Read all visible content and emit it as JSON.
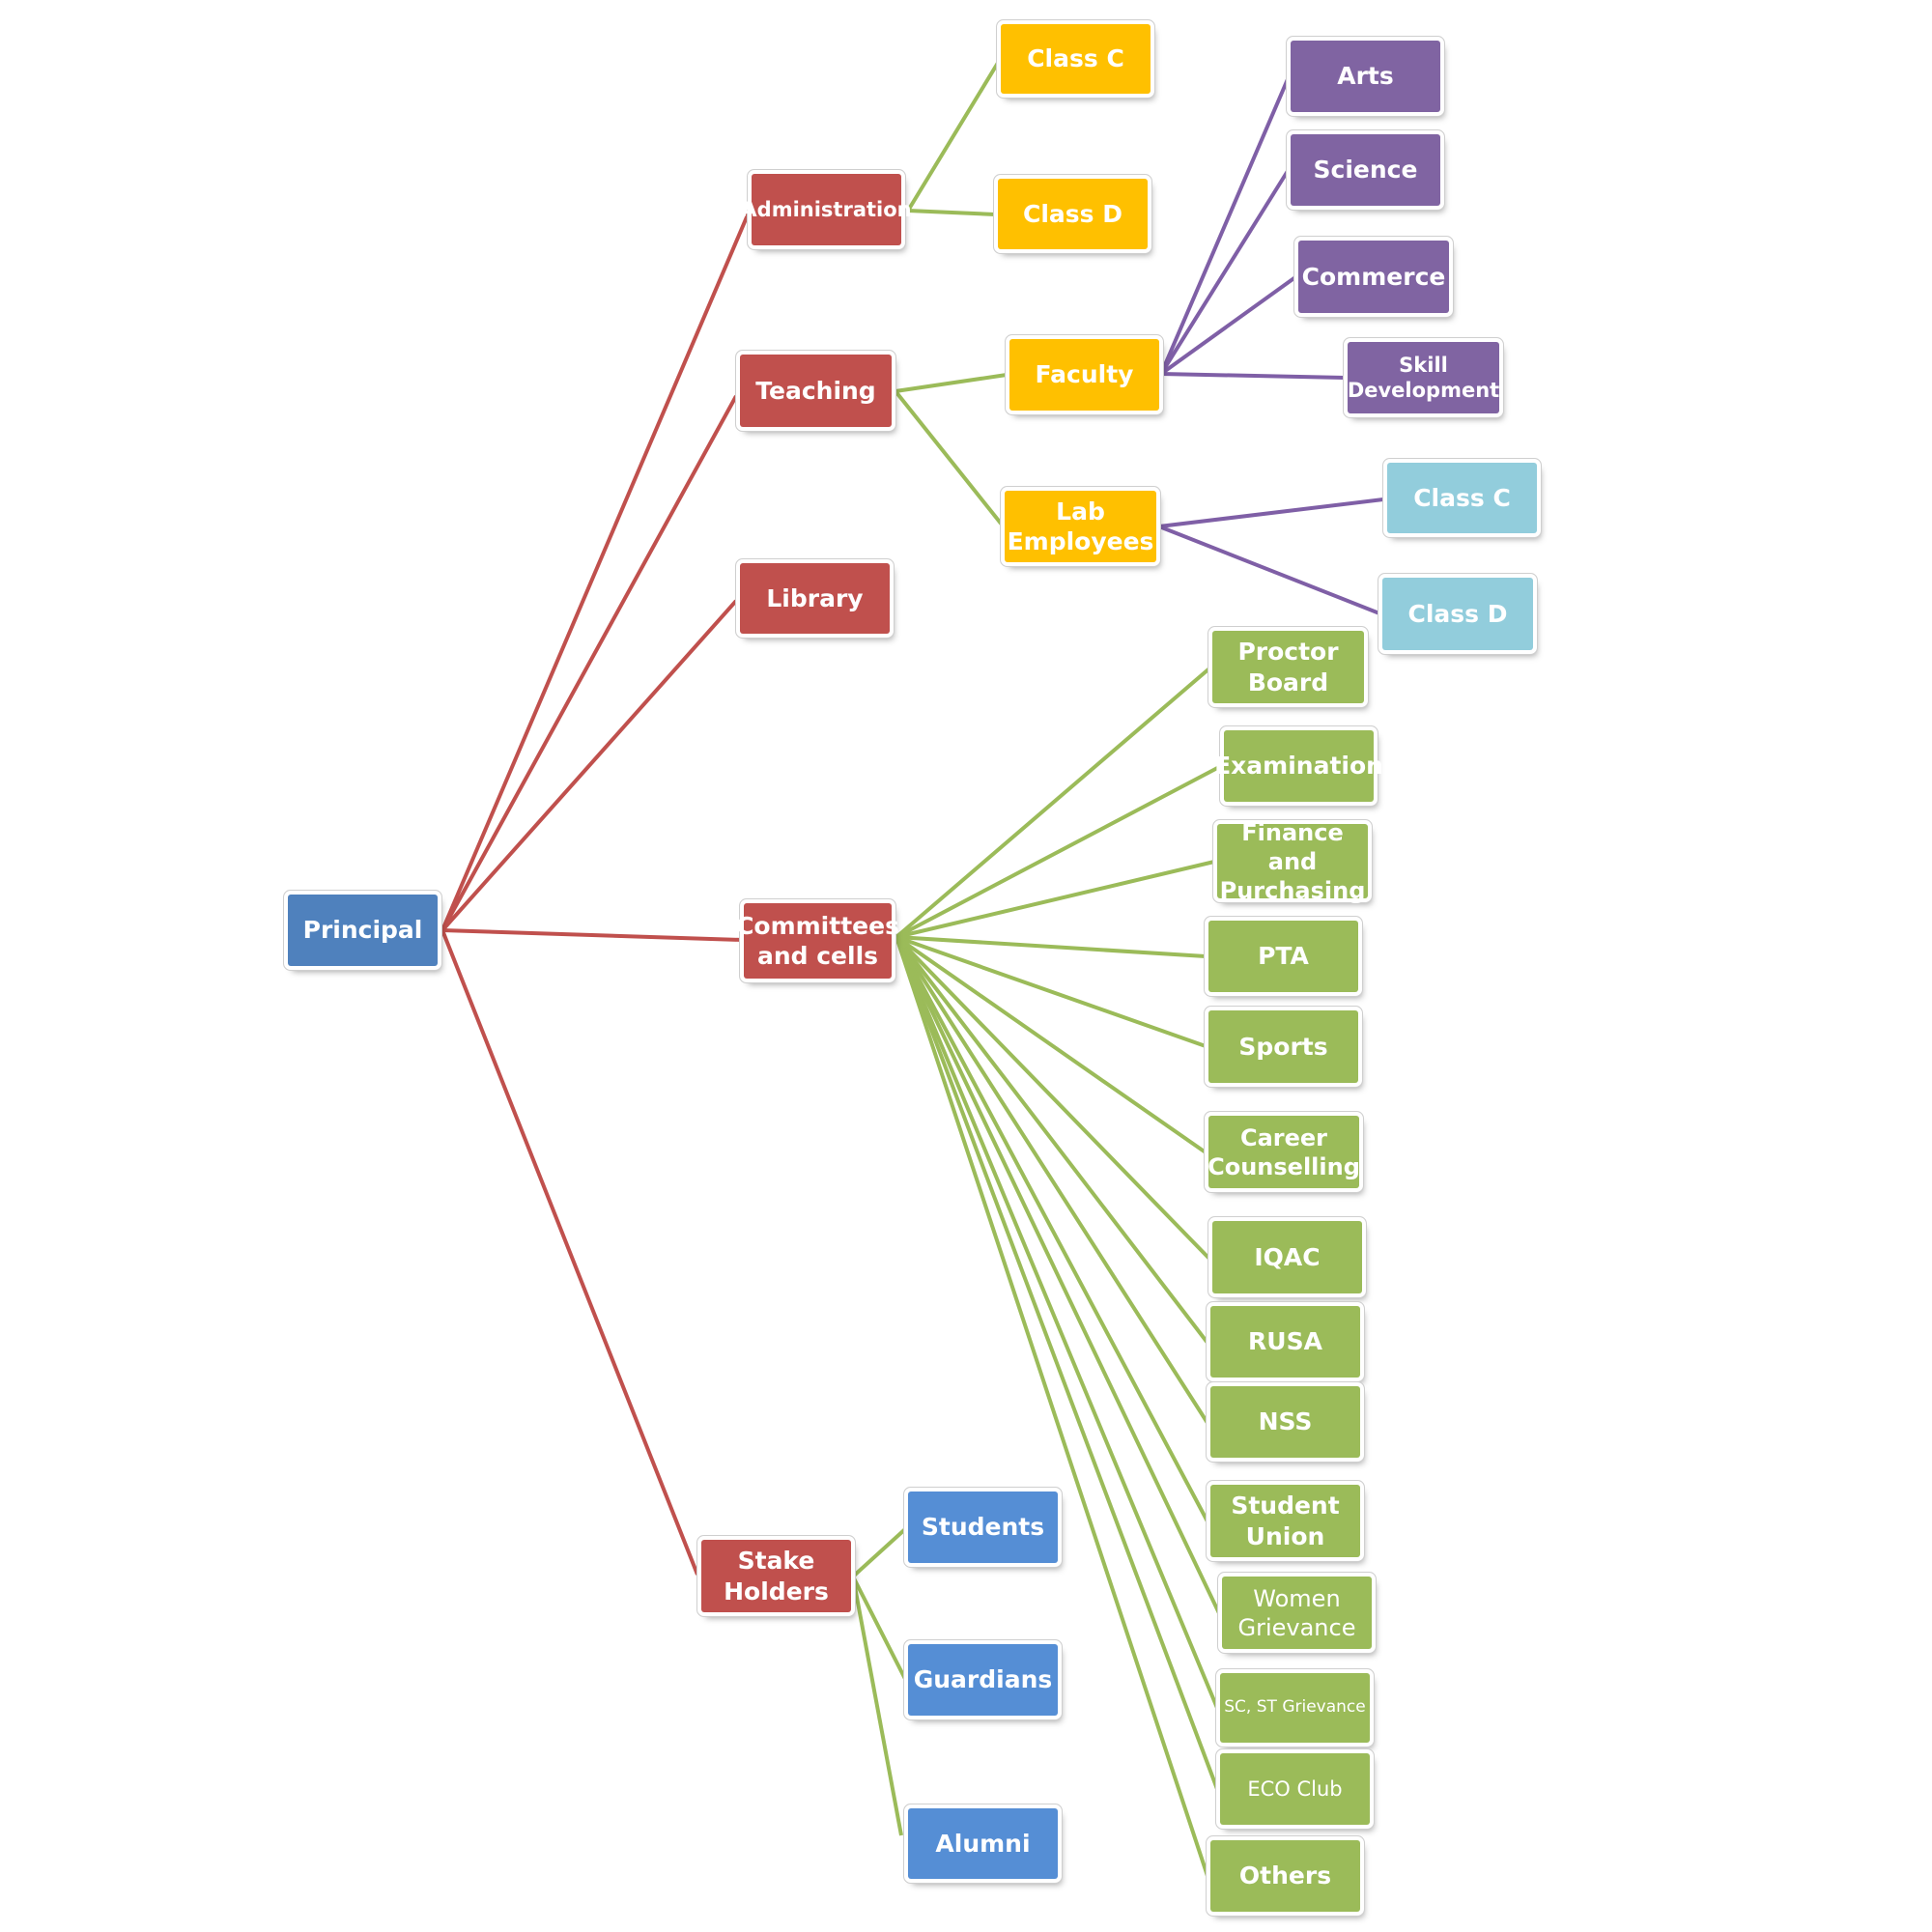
{
  "colors": {
    "root": "#4f81bd",
    "level1": "#c0504d",
    "level2": "#ffc000",
    "purple": "#8064a2",
    "light_blue": "#92cddc",
    "green": "#9bbb59",
    "stake_blue": "#558ed5",
    "edge_red": "#c0504d",
    "edge_green": "#9bbb59",
    "edge_purple": "#7f5fa6"
  },
  "diagram": {
    "root": "Principal",
    "branches": {
      "administration": "Administration",
      "teaching": "Teaching",
      "library": "Library",
      "committees": "Committees\nand cells",
      "stakeholders": "Stake\nHolders"
    },
    "administration_children": {
      "class_c": "Class C",
      "class_d": "Class  D"
    },
    "teaching_children": {
      "faculty": "Faculty",
      "lab": "Lab\nEmployees"
    },
    "faculty_children": {
      "arts": "Arts",
      "science": "Science",
      "commerce": "Commerce",
      "skill": "Skill\nDevelopment"
    },
    "lab_children": {
      "class_c": "Class  C",
      "class_d": "Class D"
    },
    "committees_children": {
      "proctor": "Proctor\nBoard",
      "examination": "Examination",
      "finance": "Finance and\nPurchasing",
      "pta": "PTA",
      "sports": "Sports",
      "career": "Career\nCounselling",
      "iqac": "IQAC",
      "rusa": "RUSA",
      "nss": "NSS",
      "union": "Student\nUnion",
      "women": "Women\nGrievance",
      "scst": "SC, ST Grievance",
      "eco": "ECO Club",
      "others": "Others"
    },
    "stakeholder_children": {
      "students": "Students",
      "guardians": "Guardians",
      "alumni": "Alumni"
    }
  }
}
